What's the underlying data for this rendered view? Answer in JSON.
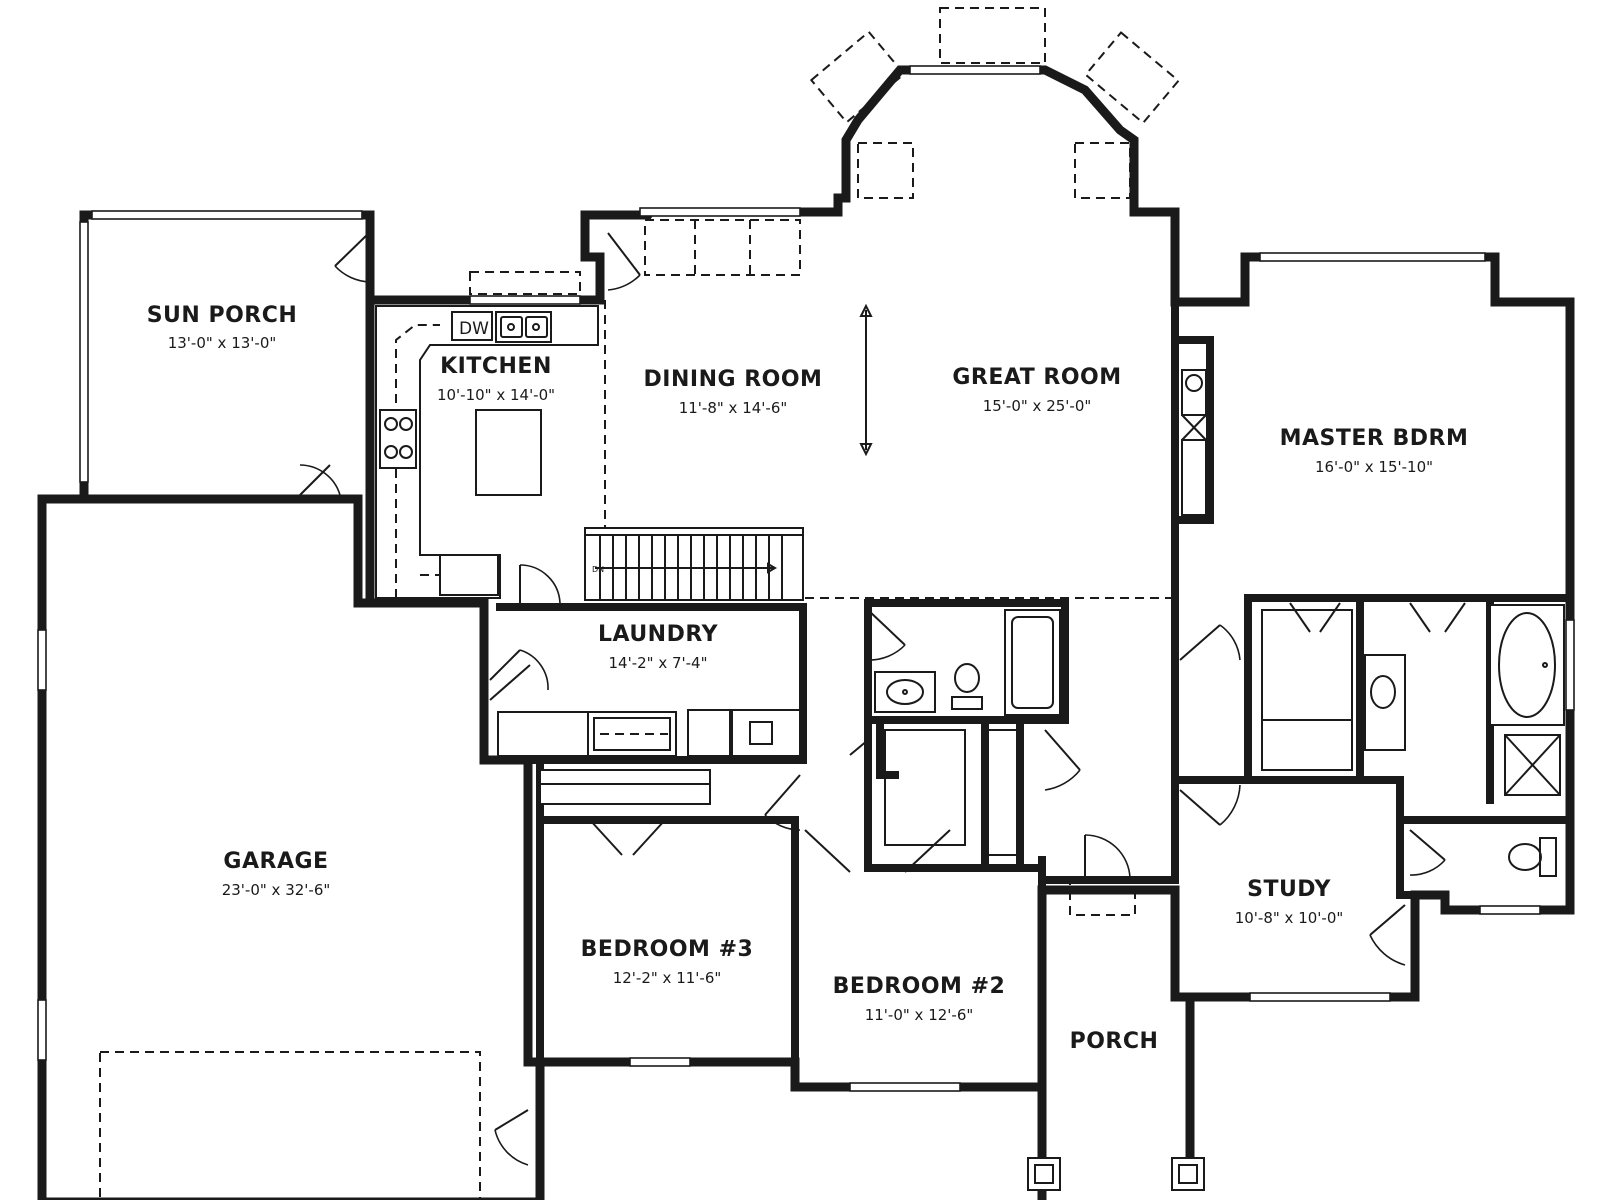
{
  "rooms": {
    "sun_porch": {
      "name": "SUN PORCH",
      "size": "13'-0\" x 13'-0\""
    },
    "kitchen": {
      "name": "KITCHEN",
      "size": "10'-10\" x 14'-0\""
    },
    "dining_room": {
      "name": "DINING ROOM",
      "size": "11'-8\" x 14'-6\""
    },
    "great_room": {
      "name": "GREAT ROOM",
      "size": "15'-0\" x 25'-0\""
    },
    "master_bdrm": {
      "name": "MASTER BDRM",
      "size": "16'-0\" x 15'-10\""
    },
    "laundry": {
      "name": "LAUNDRY",
      "size": "14'-2\" x 7'-4\""
    },
    "garage": {
      "name": "GARAGE",
      "size": "23'-0\" x 32'-6\""
    },
    "bedroom3": {
      "name": "BEDROOM #3",
      "size": "12'-2\" x 11'-6\""
    },
    "bedroom2": {
      "name": "BEDROOM #2",
      "size": "11'-0\" x 12'-6\""
    },
    "study": {
      "name": "STUDY",
      "size": "10'-8\" x 10'-0\""
    },
    "porch": {
      "name": "PORCH"
    }
  },
  "fixtures": {
    "dishwasher": "DW",
    "stair": "DN"
  }
}
